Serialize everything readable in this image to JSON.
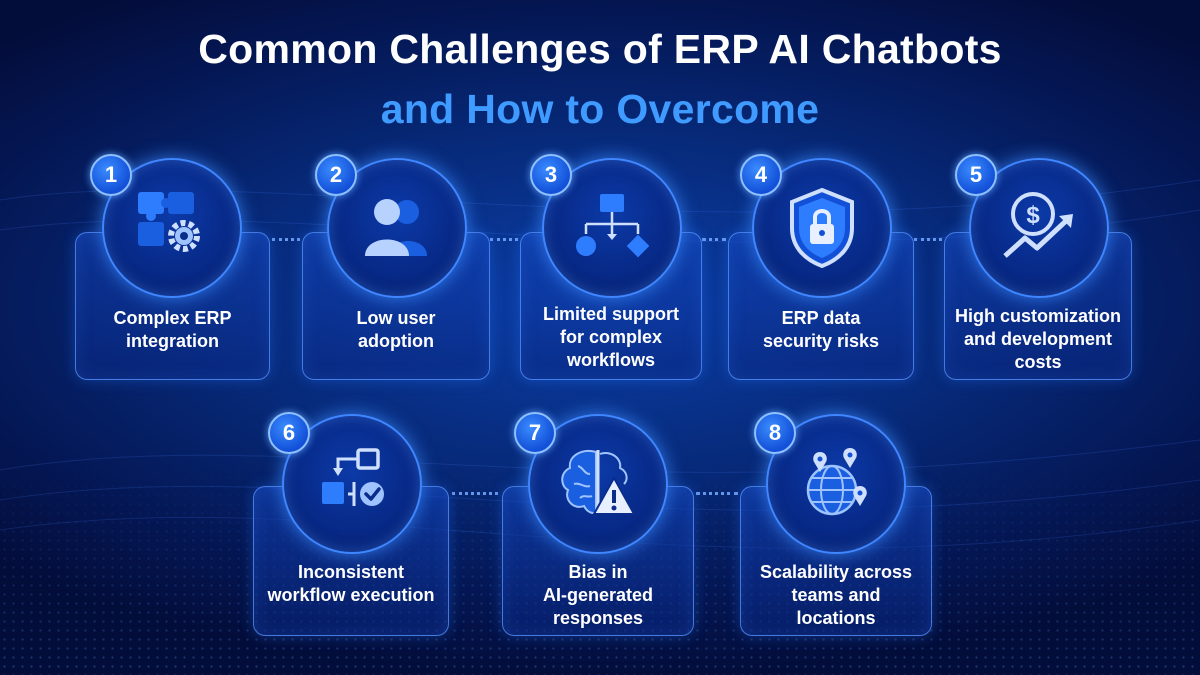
{
  "title": {
    "line1": "Common Challenges of ERP AI Chatbots",
    "line2": "and How to Overcome"
  },
  "colors": {
    "background": "#041652",
    "accent": "#3f9bff",
    "card_border": "#5a96ff"
  },
  "challenges": [
    {
      "number": "1",
      "label": "Complex ERP integration",
      "lines": [
        "Complex ERP",
        "integration"
      ],
      "icon": "puzzle-gear-icon"
    },
    {
      "number": "2",
      "label": "Low user adoption",
      "lines": [
        "Low user",
        "adoption"
      ],
      "icon": "users-icon"
    },
    {
      "number": "3",
      "label": "Limited support for complex workflows",
      "lines": [
        "Limited support",
        "for complex",
        "workflows"
      ],
      "icon": "workflow-diagram-icon"
    },
    {
      "number": "4",
      "label": "ERP data security risks",
      "lines": [
        "ERP data",
        "security risks"
      ],
      "icon": "shield-lock-icon"
    },
    {
      "number": "5",
      "label": "High customization and development costs",
      "lines": [
        "High customization",
        "and development",
        "costs"
      ],
      "icon": "dollar-growth-icon"
    },
    {
      "number": "6",
      "label": "Inconsistent workflow execution",
      "lines": [
        "Inconsistent",
        "workflow execution"
      ],
      "icon": "workflow-check-icon"
    },
    {
      "number": "7",
      "label": "Bias in AI-generated responses",
      "lines": [
        "Bias in",
        "AI-generated",
        "responses"
      ],
      "icon": "brain-warning-icon"
    },
    {
      "number": "8",
      "label": "Scalability across teams and locations",
      "lines": [
        "Scalability across",
        "teams and",
        "locations"
      ],
      "icon": "globe-pins-icon"
    }
  ]
}
